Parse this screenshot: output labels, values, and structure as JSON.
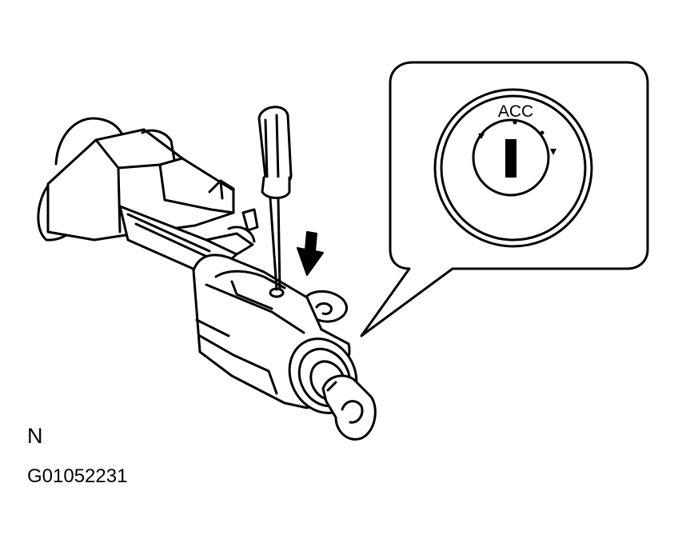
{
  "diagram": {
    "callout": {
      "position_label": "ACC"
    },
    "view_code": "N",
    "figure_id": "G01052231",
    "colors": {
      "ink": "#000000",
      "paper": "#ffffff"
    }
  }
}
